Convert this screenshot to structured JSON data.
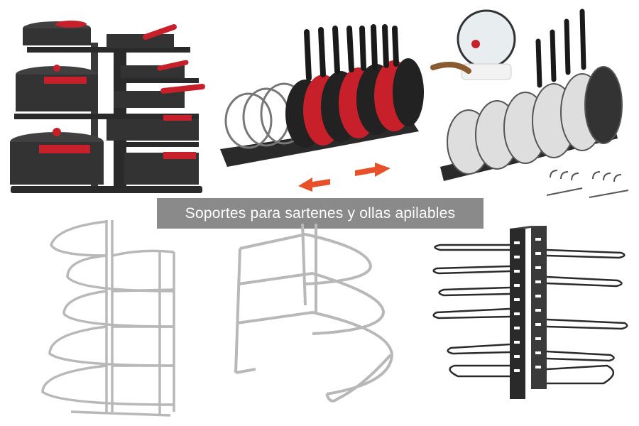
{
  "caption": {
    "text": "Soportes para sartenes y ollas apilables"
  },
  "colors": {
    "caption_bg": "#808080",
    "caption_text": "#ffffff",
    "rack_black": "#2a2a2a",
    "pot_black": "#333333",
    "accent_red": "#c8202a",
    "chrome": "#b8b8b8",
    "arrow_orange": "#e8502a"
  },
  "tiles": [
    {
      "name": "rack-with-pots"
    },
    {
      "name": "expandable-lid-rack"
    },
    {
      "name": "lid-and-pan-rack"
    },
    {
      "name": "chrome-wire-rack-tall"
    },
    {
      "name": "chrome-wire-rack-curved"
    },
    {
      "name": "adjustable-black-rack"
    }
  ]
}
